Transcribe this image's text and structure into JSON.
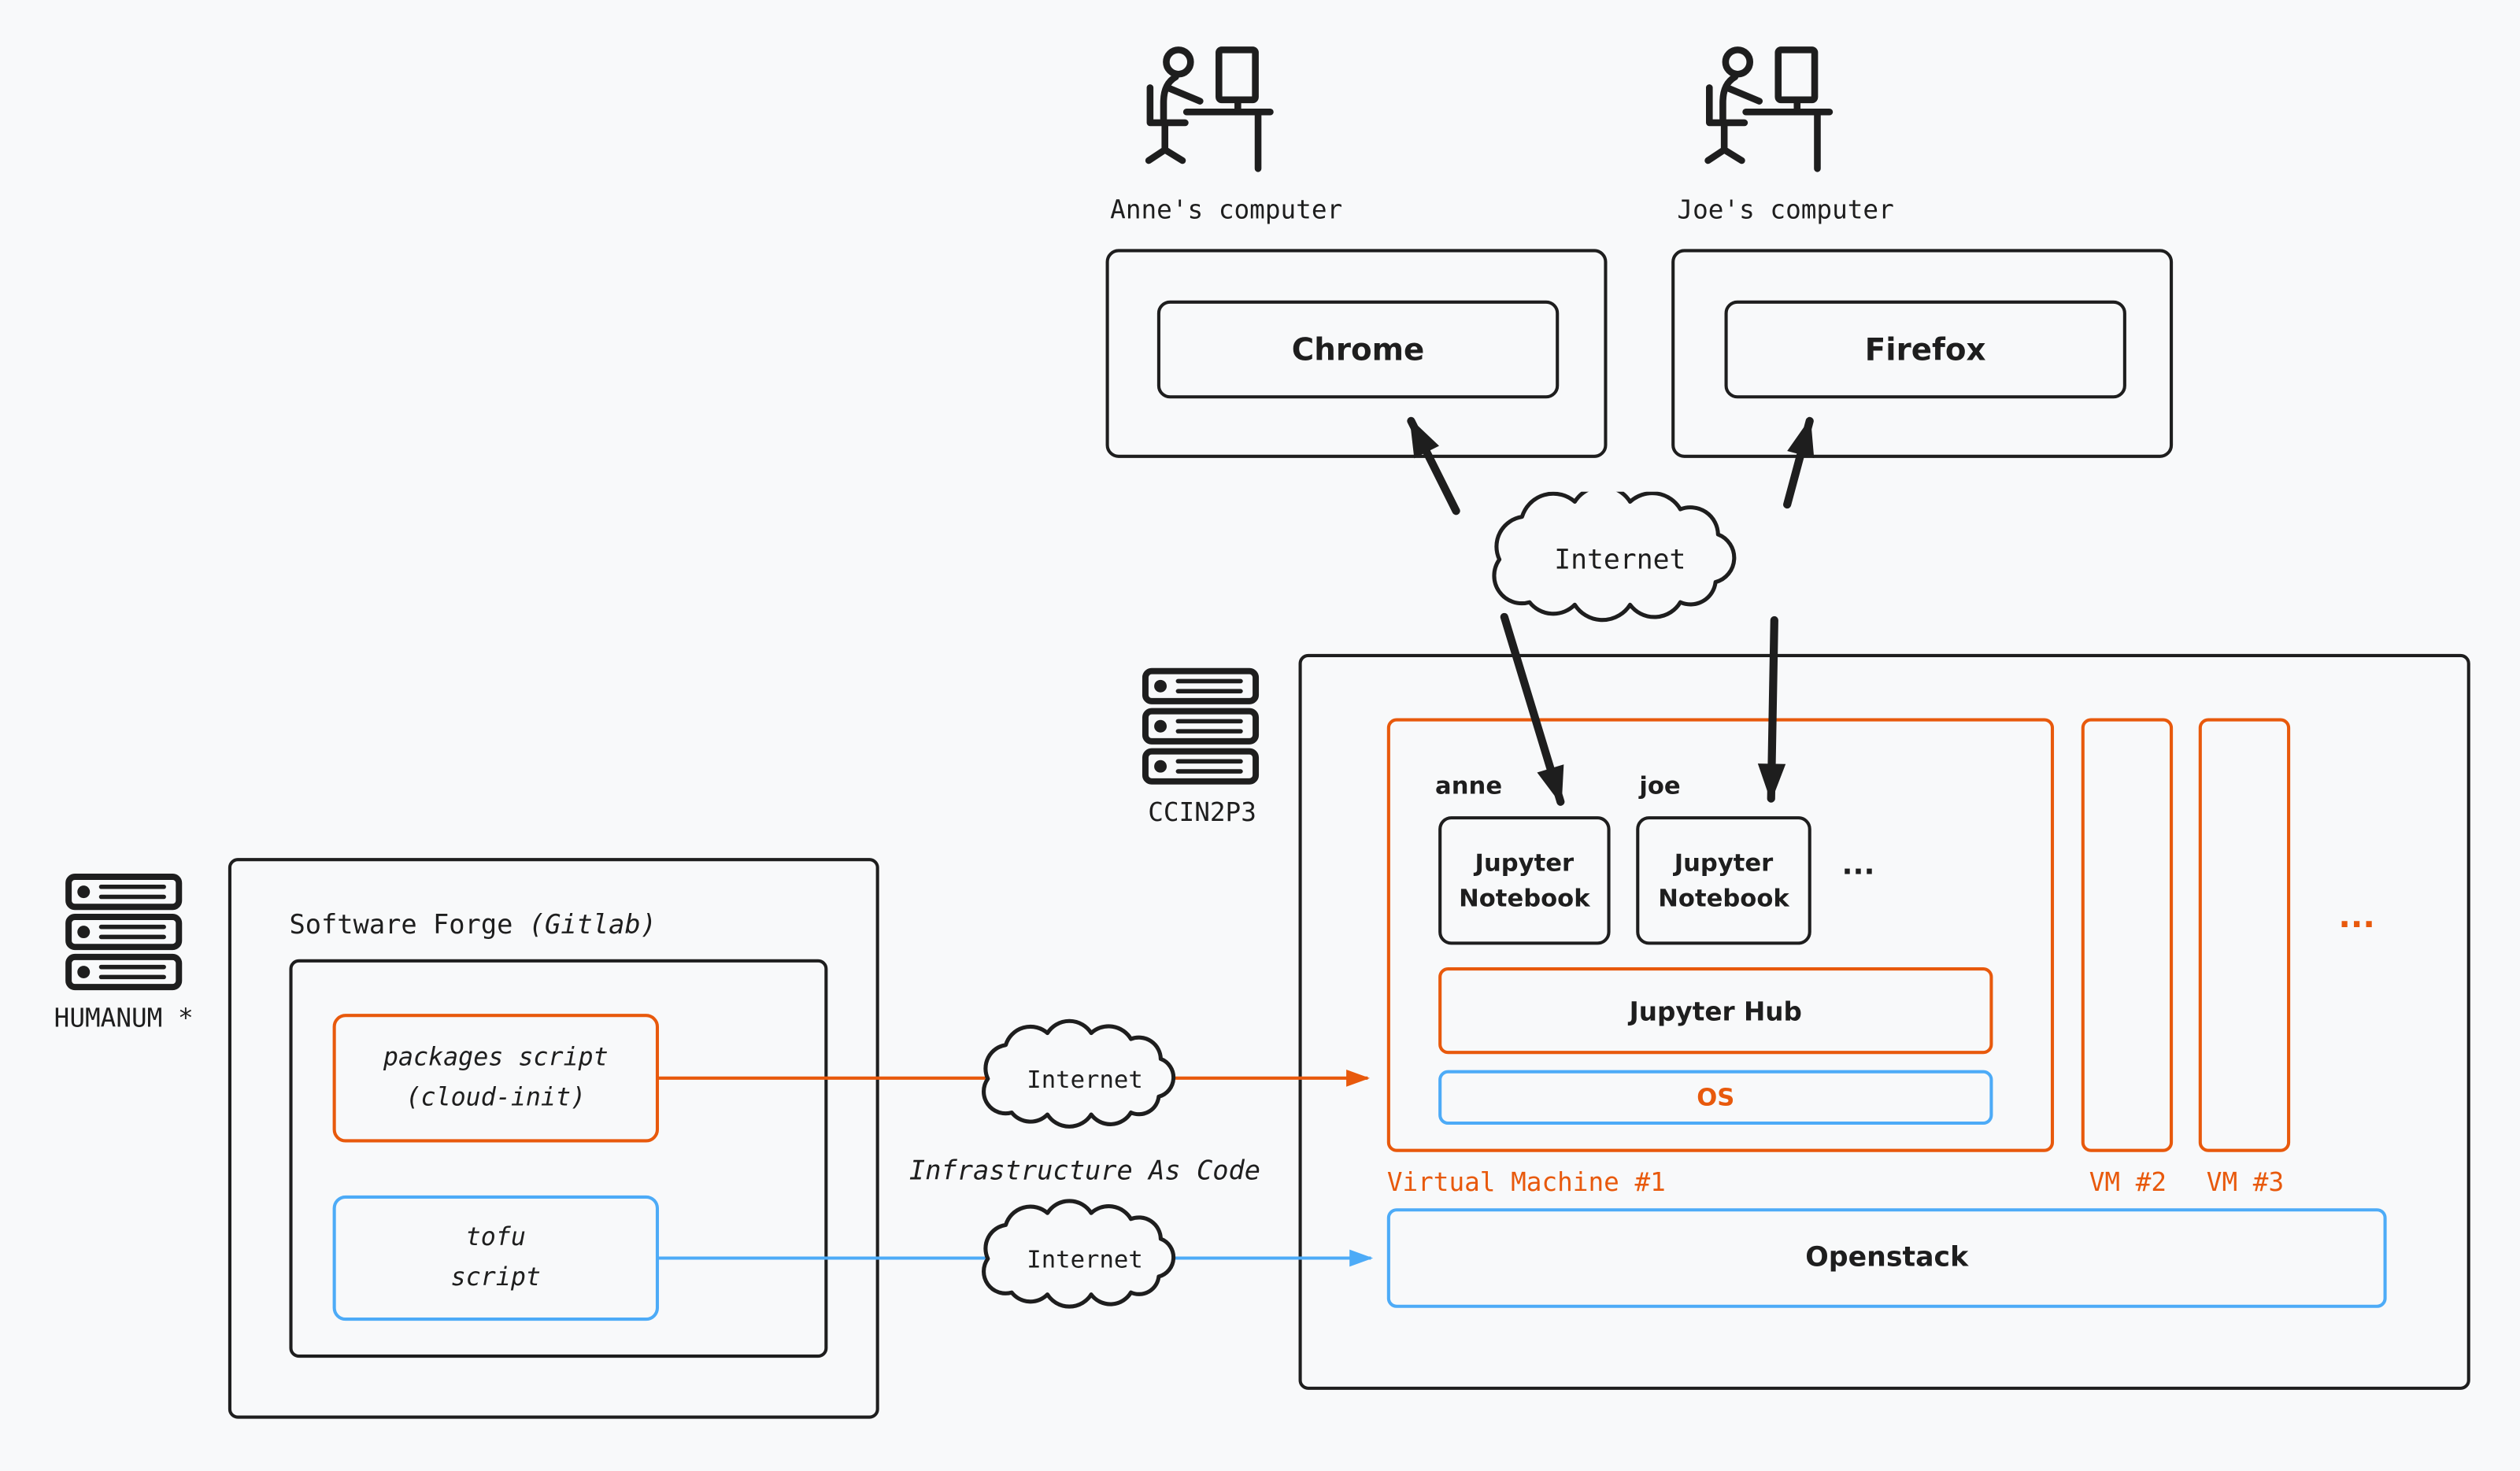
{
  "colors": {
    "orange": "#e8590c",
    "blue": "#4dabf7",
    "ink": "#1e1e1e",
    "background": "#f8f9fa"
  },
  "labels": {
    "anne_pc": "Anne's computer",
    "joe_pc": "Joe's computer",
    "chrome": "Chrome",
    "firefox": "Firefox",
    "ccin2p3": "CCIN2P3",
    "humanum": "HUMANUM *",
    "vm2": "VM #2",
    "vm3": "VM #3",
    "vms_more": "...",
    "openstack": "Openstack"
  },
  "clouds": {
    "top": "Internet",
    "mid": "Internet",
    "bottom": "Internet"
  },
  "vm1": {
    "label": "Virtual Machine #1",
    "user_a": "anne",
    "user_b": "joe",
    "notebook_a": "Jupyter\nNotebook",
    "notebook_b": "Jupyter\nNotebook",
    "more": "...",
    "hub": "Jupyter Hub",
    "os": "OS"
  },
  "forge": {
    "title": "Software Forge",
    "title_em": "(Gitlab)",
    "packages": "packages script\n(cloud-init)",
    "tofu": "tofu\nscript"
  },
  "iac": "Infrastructure As Code"
}
